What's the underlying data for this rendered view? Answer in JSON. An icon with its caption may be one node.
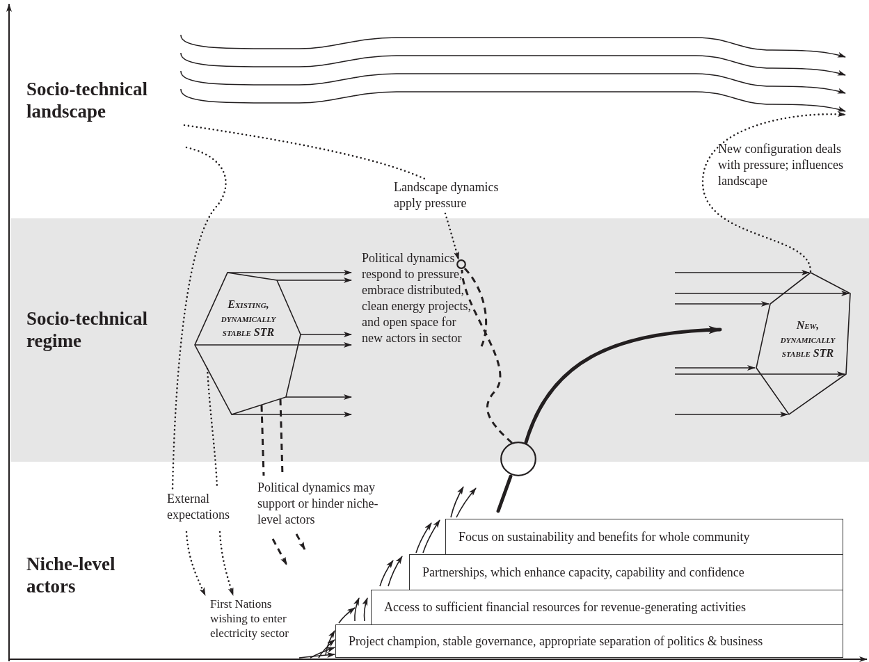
{
  "diagram": {
    "nodes": [
      {
        "text": [
          "Socio-technical regime"
        ]
      },
      {
        "text": [
          "Existing, dynamically stable STR"
        ],
        "in": 0
      },
      {
        "text": [
          "New, dynamically stable STR"
        ],
        "in": 0
      },
      {
        "text": [
          "Political dynamics respond to pressure, embrace distributed, clean energy projects, and open space for new actors in sector"
        ],
        "in": 0
      },
      {
        "text": [],
        "shape": "circle",
        "in": 0
      },
      {
        "text": [
          "Landscape dynamics apply pressure"
        ]
      },
      {
        "text": [
          "New configuration deals with pressure; influences landscape"
        ]
      },
      {
        "text": [],
        "shape": "circle"
      },
      {
        "text": [
          "External expectations"
        ]
      },
      {
        "text": [
          "Political dynamics may support or hinder niche-level actors"
        ]
      },
      {
        "text": [
          "First Nations wishing to enter electricity sector"
        ]
      },
      {
        "text": [
          "Focus on sustainability and benefits for whole community"
        ]
      },
      {
        "text": [
          "Partnerships, which enhance capacity, capability and confidence"
        ]
      },
      {
        "text": [
          "Access to sufficient financial resources for revenue-generating activities"
        ]
      },
      {
        "text": [
          "Project champion, stable governance, appropriate separation of politics & business"
        ]
      }
    ],
    "edges": [
      {
        "from": 5,
        "to": 4,
        "arrow": "to",
        "style": "dashed"
      },
      {
        "from": null,
        "to": 5,
        "arrow": "none",
        "style": "dashed"
      },
      {
        "from": 4,
        "to": 3,
        "arrow": "none",
        "style": "dashed"
      },
      {
        "from": 7,
        "to": 4,
        "arrow": "none",
        "style": "dashed"
      },
      {
        "from": 7,
        "to": null,
        "arrow": "to",
        "style": "thick"
      },
      {
        "from": 2,
        "to": 6,
        "arrow": "to",
        "style": "dashed"
      },
      {
        "from": null,
        "to": 8,
        "arrow": "none",
        "style": "dashed"
      },
      {
        "from": 1,
        "to": 8,
        "arrow": "none",
        "style": "dashed"
      },
      {
        "from": 8,
        "to": 10,
        "arrow": "to",
        "style": "dashed"
      },
      {
        "from": 8,
        "to": 10,
        "arrow": "to",
        "style": "dashed"
      },
      {
        "from": 1,
        "to": 9,
        "arrow": "none",
        "style": "dashed"
      },
      {
        "from": 1,
        "to": 9,
        "arrow": "none",
        "style": "dashed"
      },
      {
        "from": 9,
        "to": null,
        "arrow": "to",
        "style": "dashed"
      },
      {
        "from": 9,
        "to": null,
        "arrow": "to",
        "style": "dashed"
      },
      {
        "from": 1,
        "to": 3,
        "arrow": "to"
      },
      {
        "from": 1,
        "to": 3,
        "arrow": "to"
      },
      {
        "from": 1,
        "to": 3,
        "arrow": "to"
      },
      {
        "from": 1,
        "to": 3,
        "arrow": "to"
      },
      {
        "from": null,
        "to": 2,
        "arrow": "to"
      },
      {
        "from": null,
        "to": 2,
        "arrow": "to"
      },
      {
        "from": null,
        "to": 2,
        "arrow": "to"
      },
      {
        "from": null,
        "to": 2,
        "arrow": "to"
      },
      {
        "from": null,
        "to": 2,
        "arrow": "to"
      },
      {
        "from": null,
        "to": 2,
        "arrow": "to"
      },
      {
        "from": null,
        "to": 14,
        "arrow": "to"
      },
      {
        "from": null,
        "to": 14,
        "arrow": "to"
      },
      {
        "from": null,
        "to": 14,
        "arrow": "to"
      },
      {
        "from": null,
        "to": 14,
        "arrow": "to"
      },
      {
        "from": 14,
        "to": 13,
        "arrow": "to"
      },
      {
        "from": 14,
        "to": 13,
        "arrow": "to"
      },
      {
        "from": 14,
        "to": 13,
        "arrow": "to"
      },
      {
        "from": 13,
        "to": 12,
        "arrow": "to"
      },
      {
        "from": 13,
        "to": 12,
        "arrow": "to"
      },
      {
        "from": 12,
        "to": 11,
        "arrow": "to"
      },
      {
        "from": 12,
        "to": 11,
        "arrow": "to"
      },
      {
        "from": 11,
        "to": null,
        "arrow": "to"
      },
      {
        "from": 11,
        "to": null,
        "arrow": "to"
      },
      {
        "from": 1,
        "to": null,
        "arrow": "to"
      },
      {
        "from": 1,
        "to": null,
        "arrow": "to"
      }
    ],
    "labels": [
      "Socio-technical landscape",
      "Niche-level actors"
    ]
  }
}
